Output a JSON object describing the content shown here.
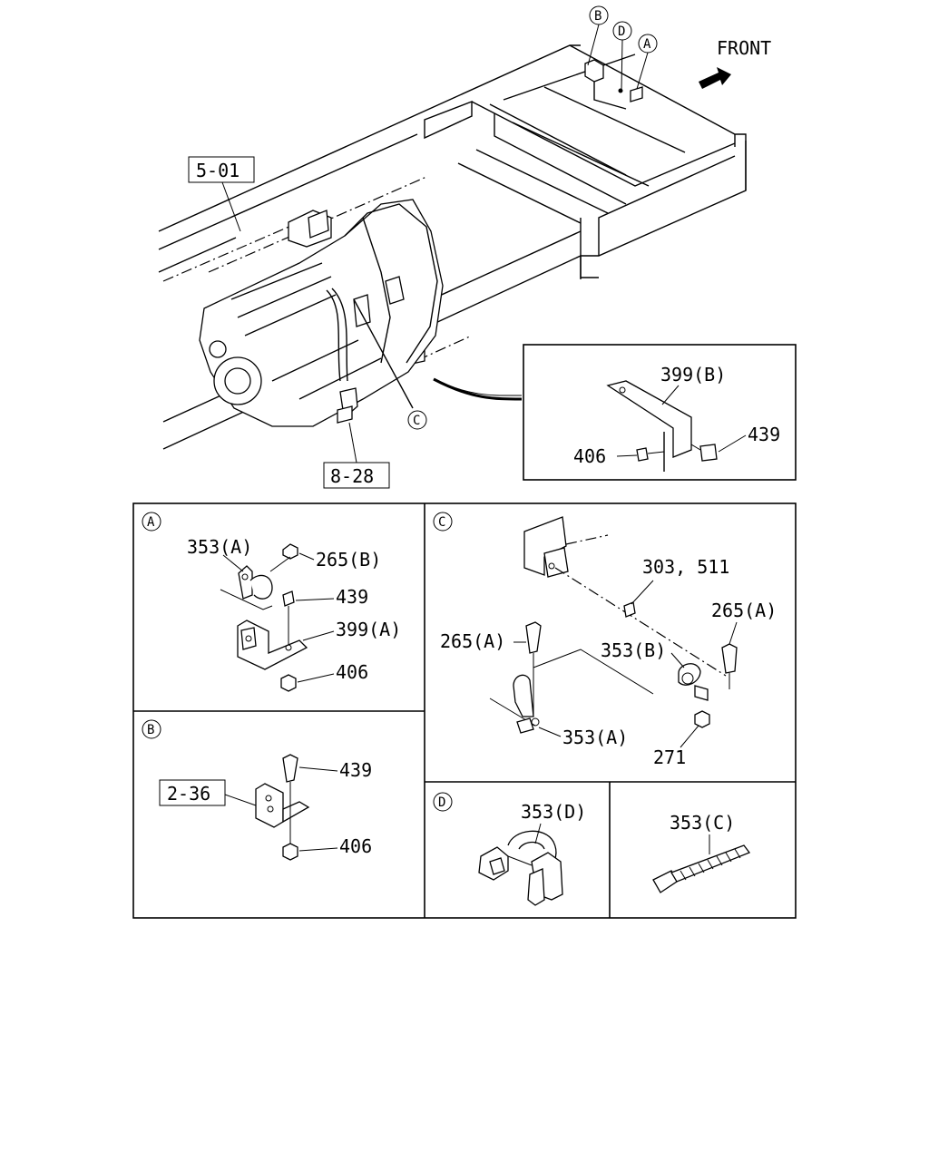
{
  "main_view": {
    "front_label": "FRONT",
    "ref_5_01": "5-01",
    "ref_8_28": "8-28",
    "callout_a": "A",
    "callout_b": "B",
    "callout_c": "C",
    "callout_d": "D"
  },
  "detail_inset": {
    "part_399b": "399(B)",
    "part_439": "439",
    "part_406": "406"
  },
  "panel_a": {
    "marker": "A",
    "part_353a": "353(A)",
    "part_265b": "265(B)",
    "part_439": "439",
    "part_399a": "399(A)",
    "part_406": "406"
  },
  "panel_b": {
    "marker": "B",
    "ref_2_36": "2-36",
    "part_439": "439",
    "part_406": "406"
  },
  "panel_c": {
    "marker": "C",
    "part_303_511": "303, 511",
    "part_265a_right": "265(A)",
    "part_265a_left": "265(A)",
    "part_353b": "353(B)",
    "part_353a": "353(A)",
    "part_271": "271"
  },
  "panel_d": {
    "marker": "D",
    "part_353d": "353(D)",
    "part_353c": "353(C)"
  }
}
